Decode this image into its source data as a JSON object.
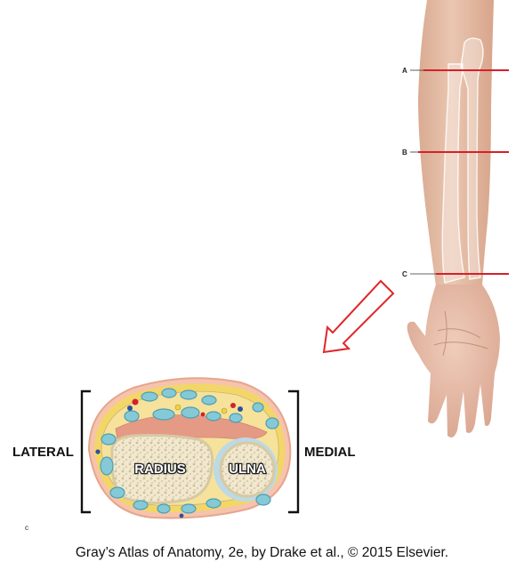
{
  "forearm": {
    "section_markers": [
      {
        "letter": "A"
      },
      {
        "letter": "B"
      },
      {
        "letter": "C"
      }
    ]
  },
  "cross_section": {
    "bone_labels": {
      "radius": "RADIUS",
      "ulna": "ULNA"
    },
    "side_labels": {
      "left": "LATERAL",
      "right": "MEDIAL"
    },
    "panel_letter": "c"
  },
  "caption": "Gray’s Atlas of Anatomy, 2e, by Drake et al., © 2015 Elsevier.",
  "colors": {
    "section_line": "#d6202a",
    "arrow": "#e0262a",
    "skin": "#e9c2aa",
    "fat": "#f2d466",
    "muscle": "#e7a48e",
    "bone": "#efe6cc",
    "tendon": "#86c9d6"
  }
}
